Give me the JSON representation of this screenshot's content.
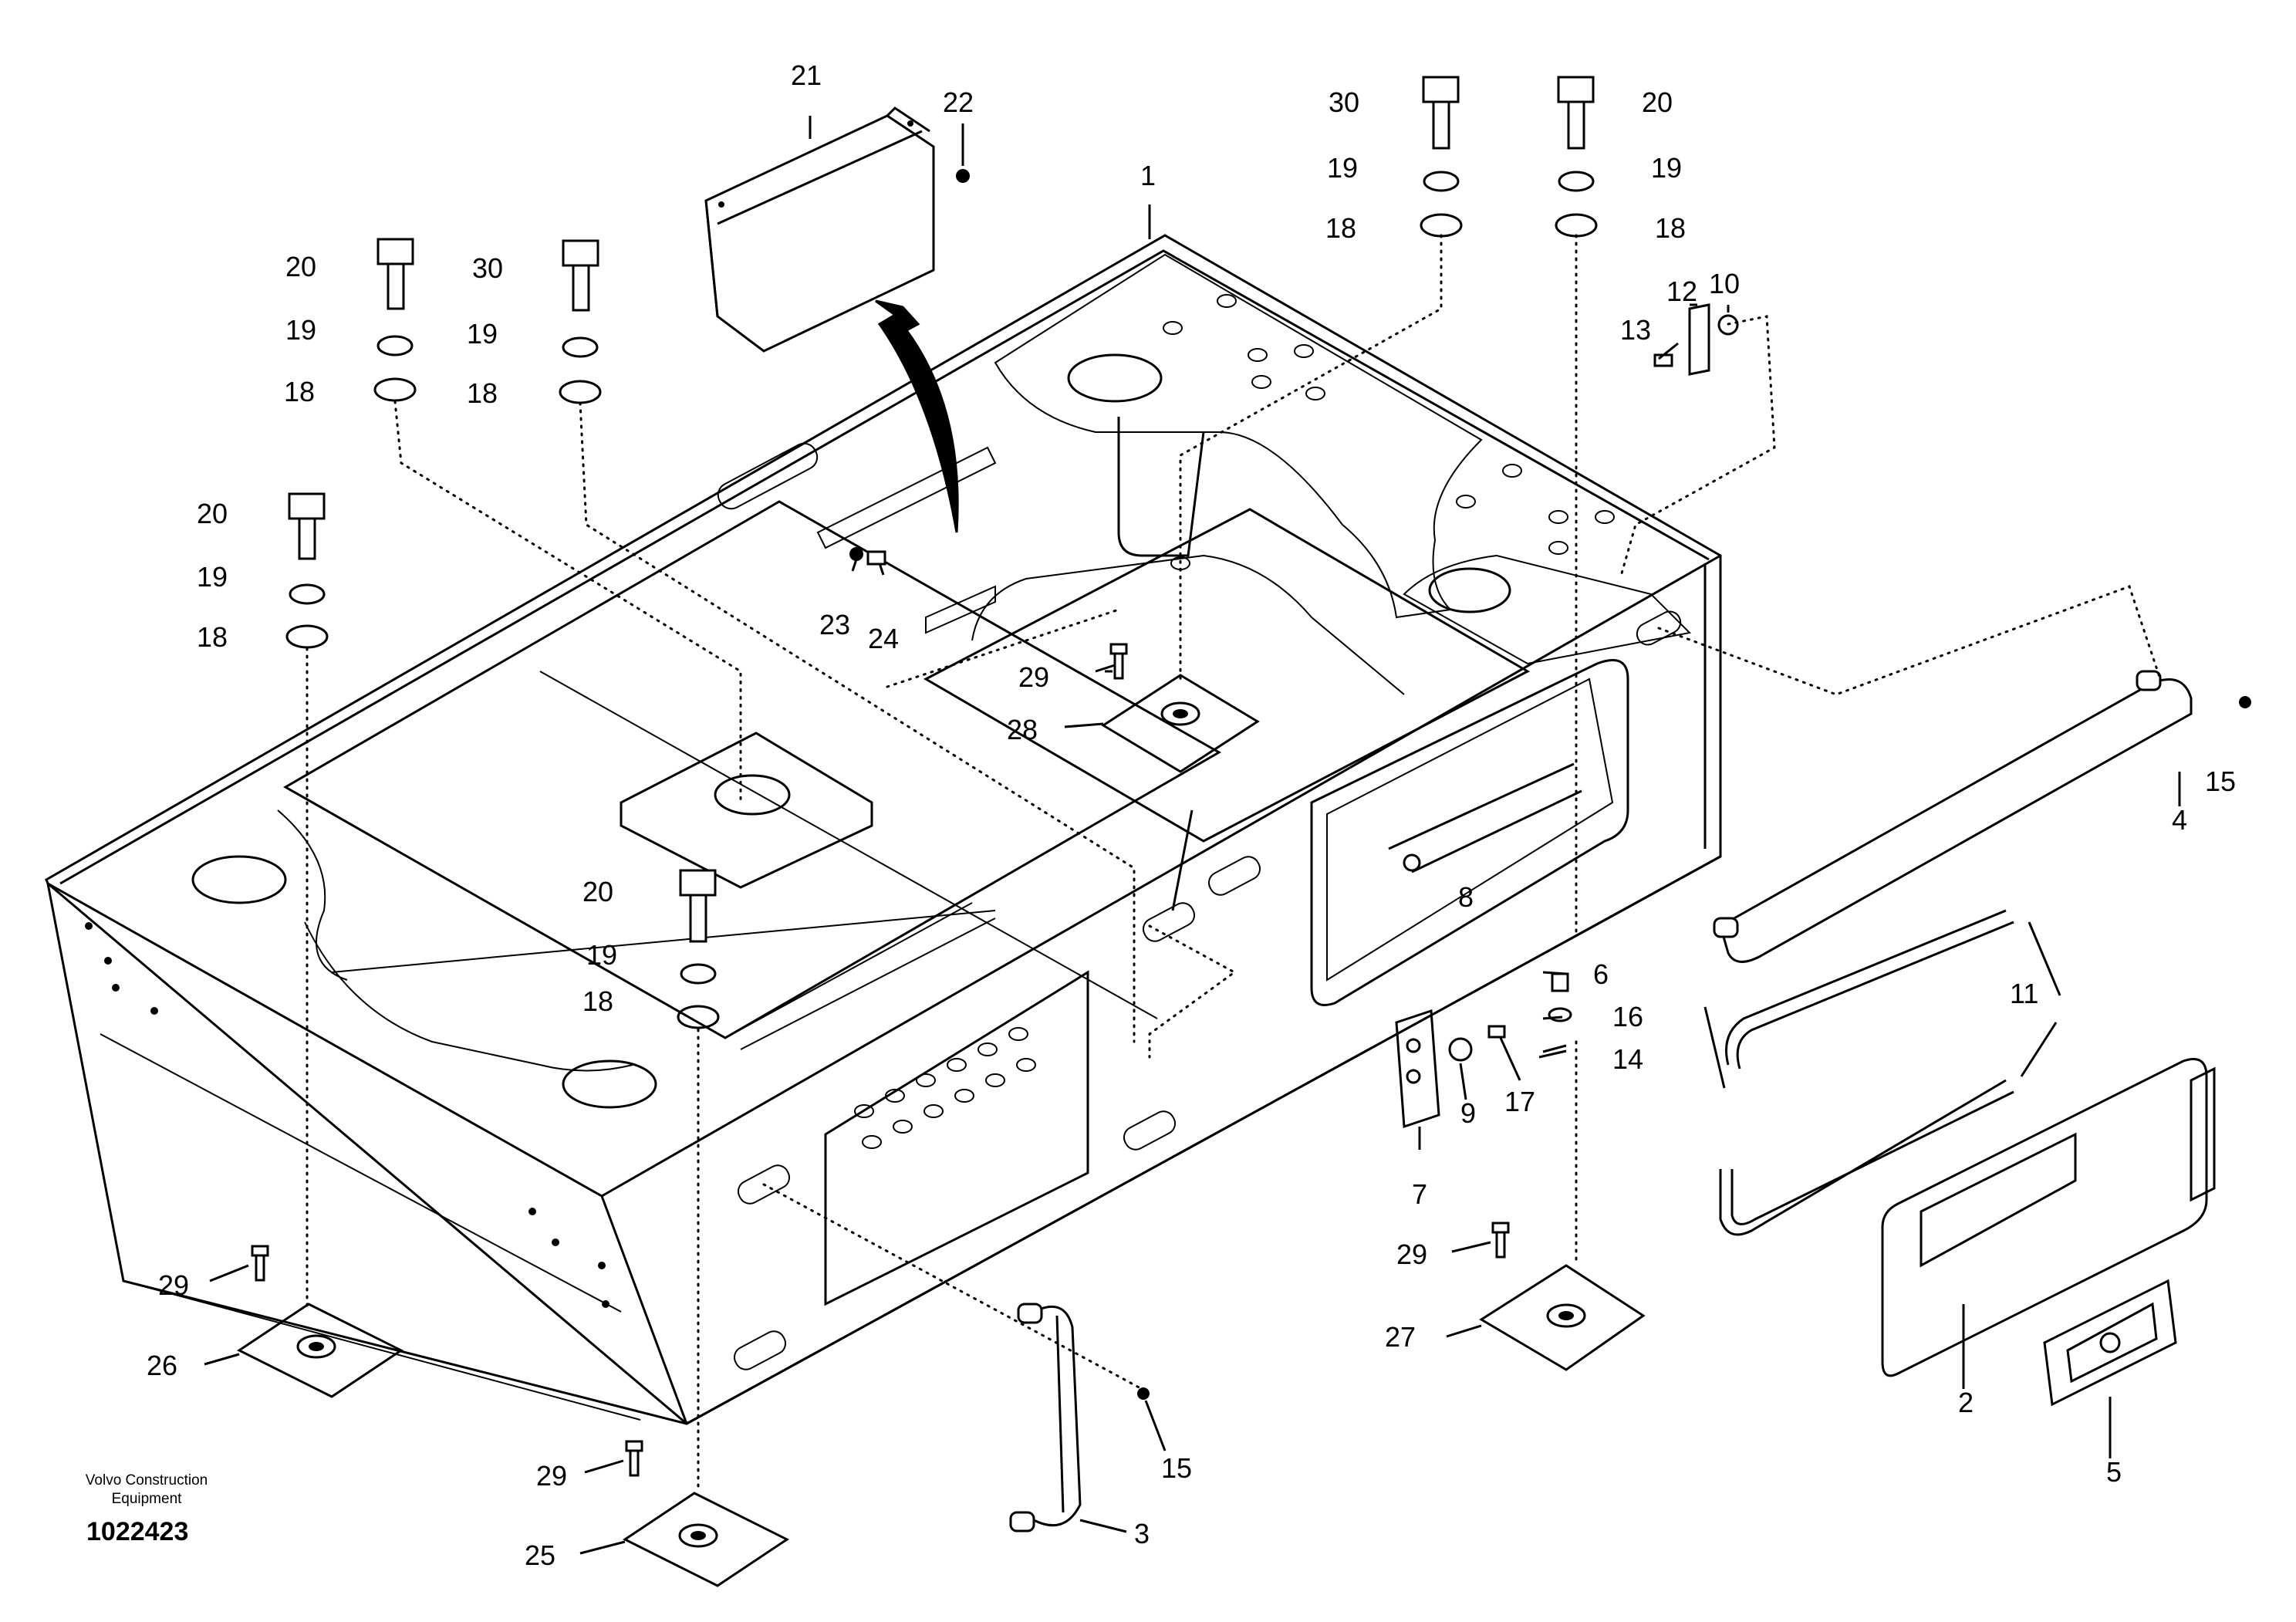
{
  "manufacturer": {
    "line1": "Volvo Construction",
    "line2": "Equipment"
  },
  "document_number": "1022423",
  "callouts": {
    "c1": "1",
    "c2": "2",
    "c3": "3",
    "c4": "4",
    "c5": "5",
    "c6": "6",
    "c7": "7",
    "c8": "8",
    "c9": "9",
    "c10": "10",
    "c11": "11",
    "c12": "12",
    "c13": "13",
    "c14": "14",
    "c15a": "15",
    "c15b": "15",
    "c16": "16",
    "c17": "17",
    "c18a": "18",
    "c18b": "18",
    "c18c": "18",
    "c18d": "18",
    "c18e": "18",
    "c18f": "18",
    "c19a": "19",
    "c19b": "19",
    "c19c": "19",
    "c19d": "19",
    "c19e": "19",
    "c19f": "19",
    "c20a": "20",
    "c20b": "20",
    "c20c": "20",
    "c20d": "20",
    "c21": "21",
    "c22": "22",
    "c23": "23",
    "c24": "24",
    "c25": "25",
    "c26": "26",
    "c27": "27",
    "c28": "28",
    "c29a": "29",
    "c29b": "29",
    "c29c": "29",
    "c29d": "29",
    "c30a": "30",
    "c30b": "30"
  }
}
